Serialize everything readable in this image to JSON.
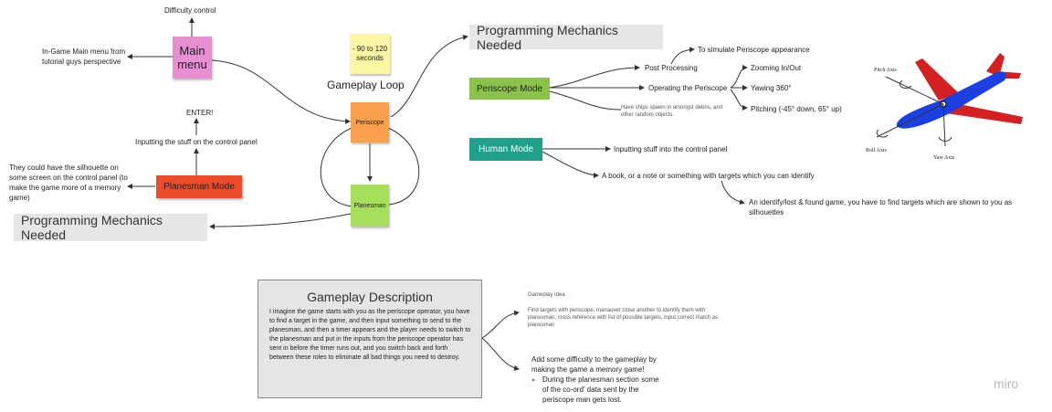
{
  "nodes": {
    "difficulty_control": "Difficulty control",
    "main_menu": "Main menu",
    "main_menu_note": "In-Game Main menu from tutorial guys perspective",
    "time_sticky": "- 90 to 120 seconds",
    "gameplay_loop": "Gameplay Loop",
    "periscope": "Periscope",
    "planesman": "Planesman",
    "enter": "ENTER!",
    "inputting_control_panel": "Inputting the stuff on the control panel",
    "planesman_mode": "Planesman Mode",
    "silhouette_note": "They could have the silhouette on some screen on the control panel (to make the game more of a memory game)",
    "prog_mech_left": "Programming Mechanics Needed",
    "prog_mech_top": "Programming Mechanics Needed",
    "simulate_periscope": "To simulate Periscope appearance",
    "post_processing": "Post Processing",
    "periscope_mode": "Periscope Mode",
    "operating_periscope": "Operating the Periscope",
    "spawn_note": "Have ships spawn in amongst debris, and other random objects.",
    "zooming": "Zooming In/Out",
    "yawing": "Yawing 360°",
    "pitching": "Pitching (-45° down, 65° up)",
    "human_mode": "Human Mode",
    "inputting_control_panel2": "Inputting stuff into the control panel",
    "book_note": "A book, or a note or something with targets which you can identify",
    "identify_game": "An identify/lost & found game, you have to find targets which are shown to you as silhouettes",
    "pitch_axis": "Pitch Axis",
    "roll_axis": "Roll Axis",
    "yaw_axis": "Yaw Axis",
    "gameplay_description_title": "Gameplay Description",
    "gameplay_description_body": "I imagine the game starts with you as the periscope operator, you have to find a target in the game, and then input something to send to the planesman, and then a timer appears and the player needs to switch to the planesman and put in the inputs from the periscope operator has sent in before the timer runs out, and you switch back and forth between these roles to eliminate all bad things you need to destroy.",
    "gameplay_idea_label": "Gameplay Idea",
    "gameplay_idea_text": "Find targets with periscope, manauver close another to identify them with planesman, cross reference with list of possible targets, input correct match as planesman",
    "memory_game": "Add some difficulty to the gameplay by making the game a memory game!",
    "memory_bullet": "During the planesman section some of the co-ord' data sent by the periscope man gets lost.",
    "watermark": "miro"
  },
  "colors": {
    "pink": "#e88fd4",
    "yellow": "#fdf6a4",
    "orange": "#f8a04c",
    "green": "#a6e05a",
    "red": "#ee4b2b",
    "periscope_mode_green": "#8bc34a",
    "human_mode_teal": "#1fa08a",
    "gray_title": "#e6e6e6",
    "description_bg": "#e5e5e5"
  }
}
